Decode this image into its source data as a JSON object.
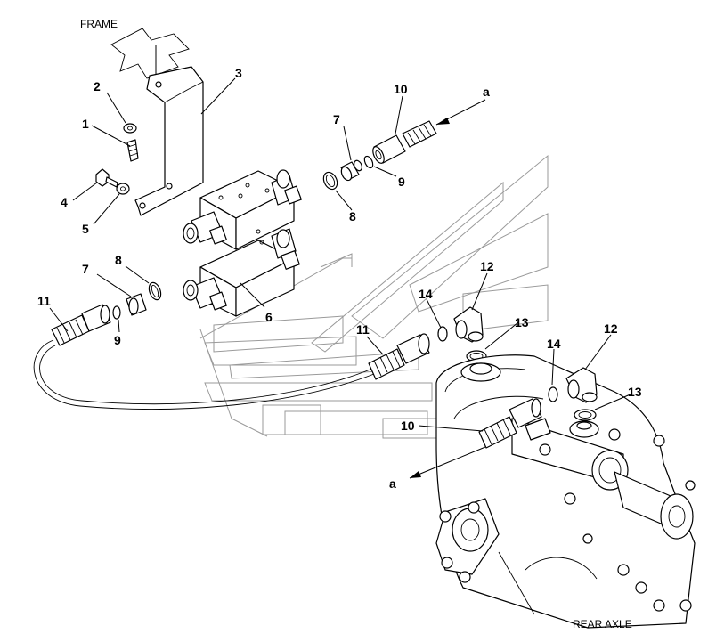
{
  "labels": {
    "frame": "FRAME",
    "rear_axle": "REAR AXLE",
    "arrow_a": "a"
  },
  "callouts": [
    "1",
    "2",
    "3",
    "4",
    "5",
    "6",
    "7",
    "8",
    "9",
    "10",
    "11",
    "12",
    "13",
    "14"
  ]
}
